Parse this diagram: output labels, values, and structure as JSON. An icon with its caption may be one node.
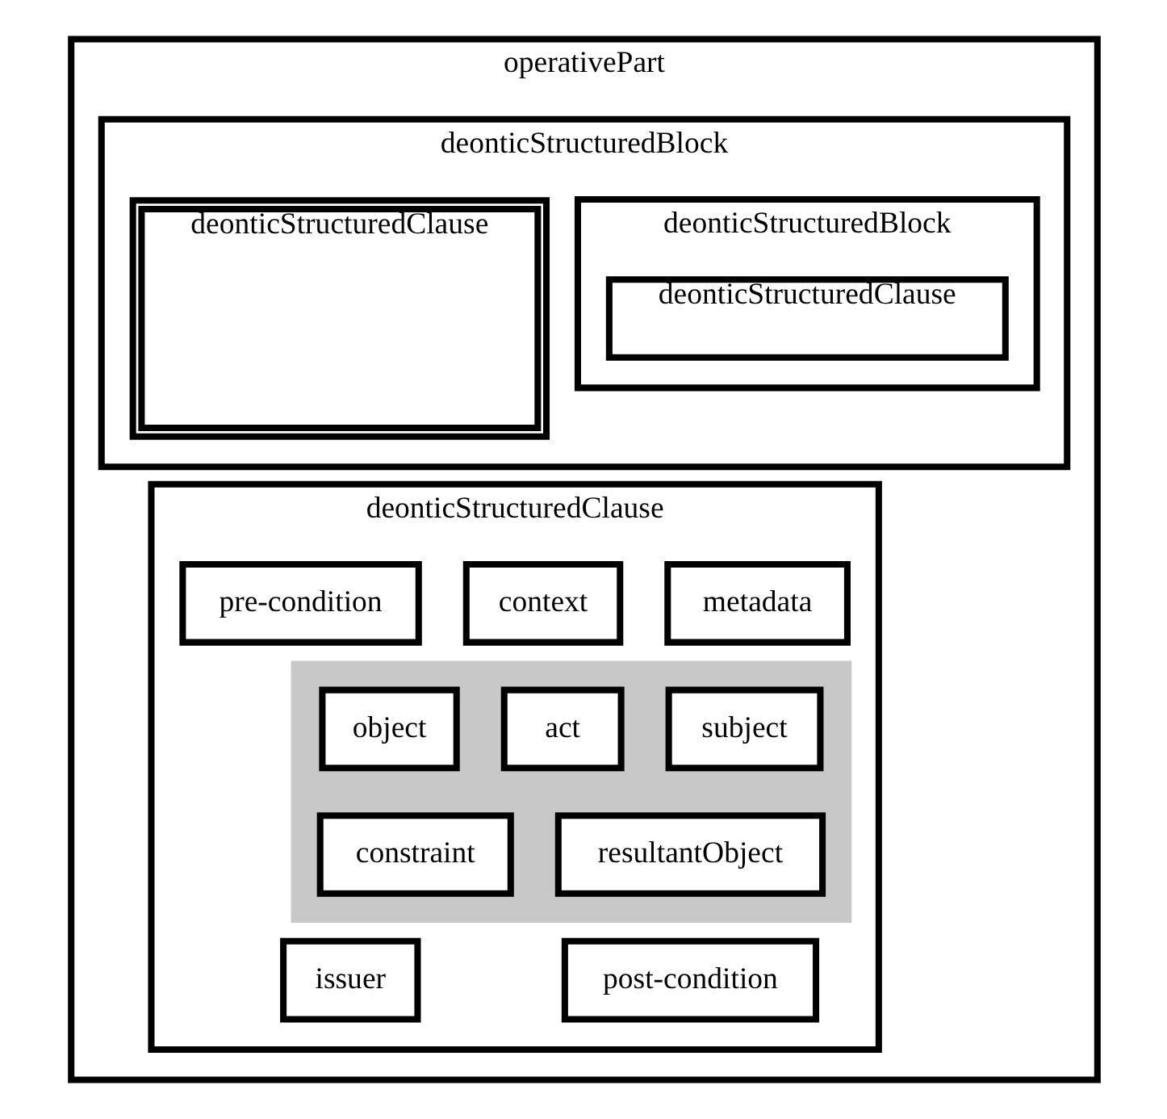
{
  "diagram": {
    "nodes": [
      {
        "text": [
          "operativePart"
        ]
      },
      {
        "text": [
          "deonticStructuredBlock"
        ],
        "in": 0
      },
      {
        "text": [
          "deonticStructuredBlock"
        ],
        "in": 1
      },
      {
        "text": [
          "deonticStructuredClause"
        ],
        "in": 2
      },
      {
        "text": [
          "deonticStructuredClause"
        ],
        "in": 1
      },
      {
        "text": [
          "deonticStructuredClause"
        ],
        "in": 0
      },
      {
        "text": [
          "metadata"
        ],
        "in": 5
      },
      {
        "text": [
          "context"
        ],
        "in": 5
      },
      {
        "text": [
          "pre-condition"
        ],
        "in": 5
      },
      {
        "text": [],
        "shape": "box",
        "in": 5
      },
      {
        "text": [
          "subject"
        ],
        "in": 9
      },
      {
        "text": [
          "act"
        ],
        "in": 9
      },
      {
        "text": [
          "object"
        ],
        "in": 9
      },
      {
        "text": [
          "resultantObject"
        ],
        "in": 9
      },
      {
        "text": [
          "constraint"
        ],
        "in": 9
      },
      {
        "text": [
          "post-condition"
        ],
        "in": 5
      },
      {
        "text": [
          "issuer"
        ],
        "in": 5
      }
    ]
  }
}
